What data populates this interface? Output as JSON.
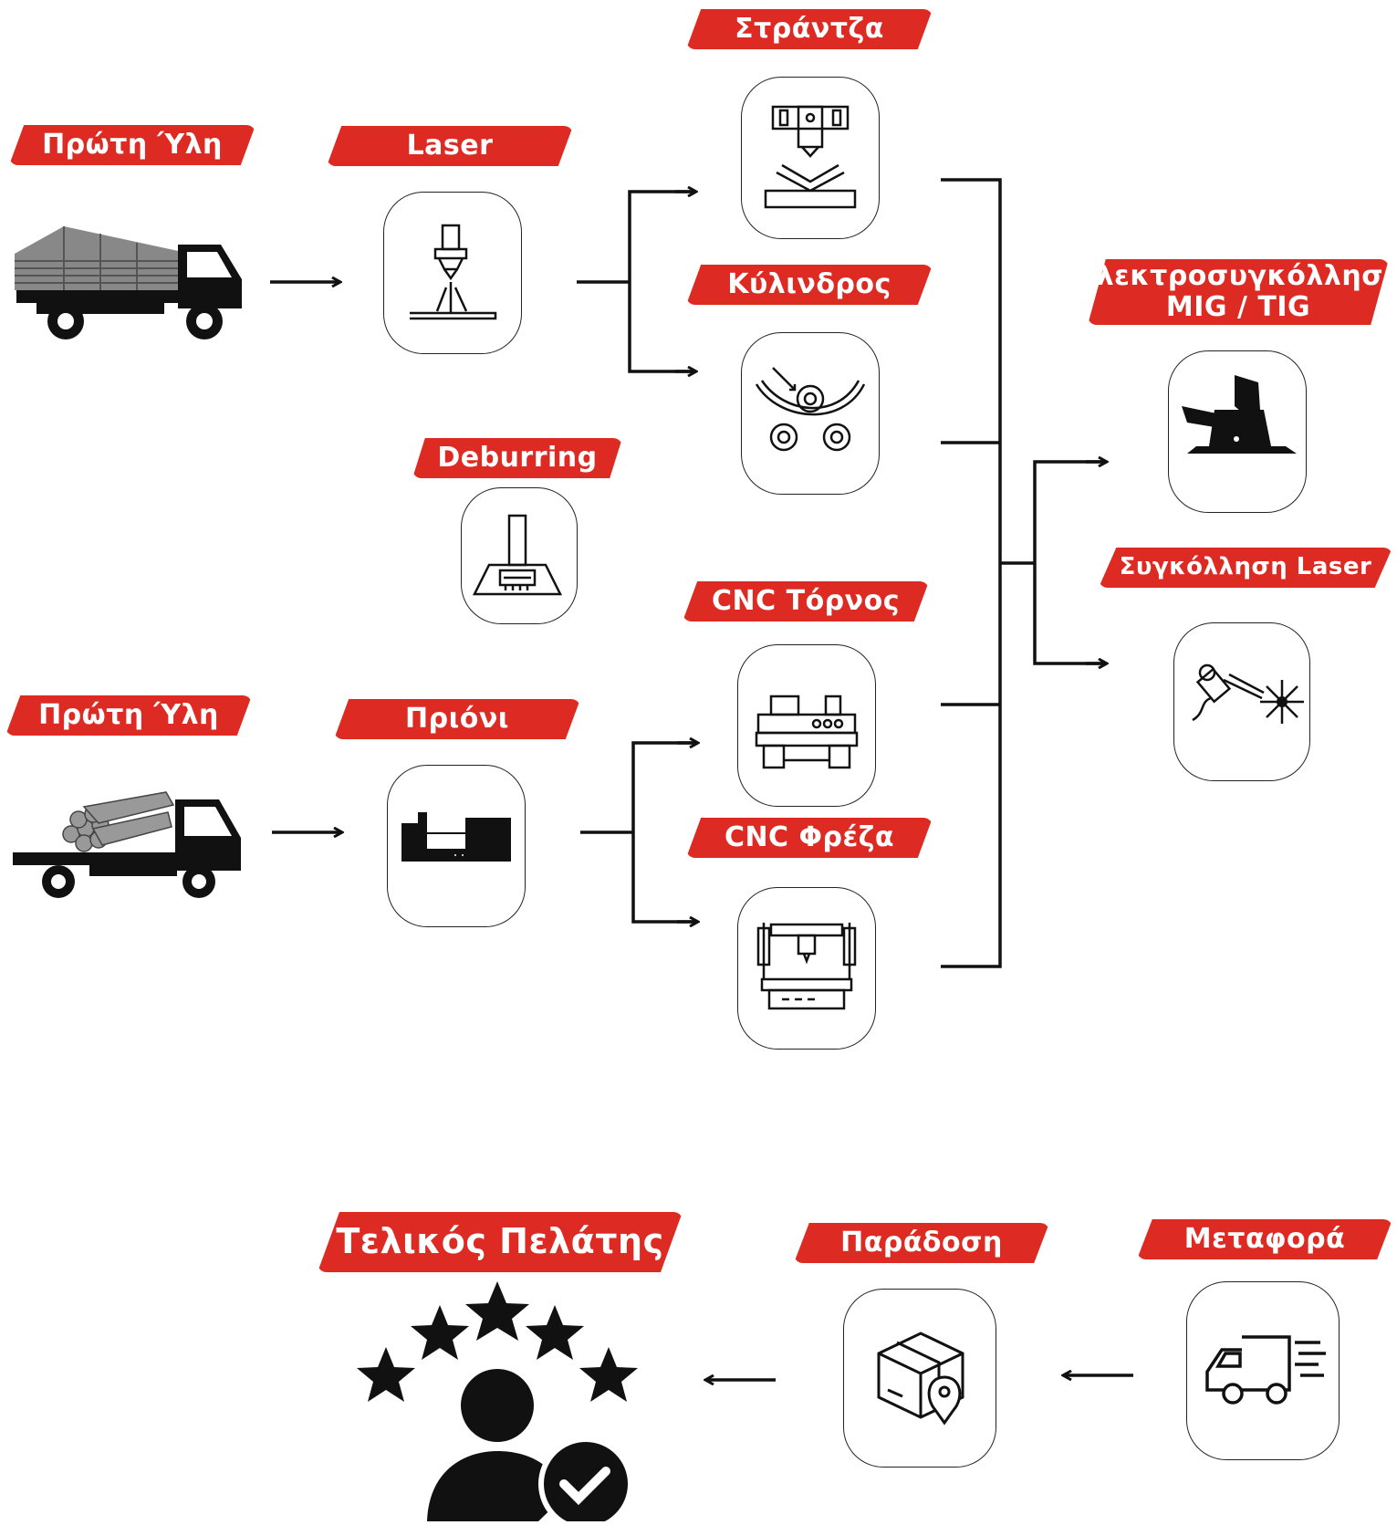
{
  "labels": {
    "raw_material_top": "Πρώτη Ύλη",
    "laser": "Laser",
    "press_brake": "Στράντζα",
    "roller": "Κύλινδρος",
    "deburring": "Deburring",
    "welding_mig_tig_line1": "Ηλεκτροσυγκόλληση",
    "welding_mig_tig_line2": "MIG / TIG",
    "laser_welding": "Συγκόλληση Laser",
    "cnc_lathe": "CNC Τόρνος",
    "raw_material_bottom": "Πρώτη Ύλη",
    "saw": "Πριόνι",
    "cnc_mill": "CNC Φρέζα",
    "final_customer": "Τελικός Πελάτης",
    "delivery": "Παράδοση",
    "transport": "Μεταφορά"
  },
  "icons": {
    "raw_material_top": "truck-sheets-icon",
    "laser": "laser-cutter-icon",
    "press_brake": "press-brake-icon",
    "roller": "roller-bending-icon",
    "deburring": "deburring-machine-icon",
    "welding_mig_tig": "welder-icon",
    "laser_welding": "laser-welding-torch-icon",
    "cnc_lathe": "cnc-lathe-icon",
    "raw_material_bottom": "truck-rods-icon",
    "saw": "saw-machine-icon",
    "cnc_mill": "cnc-mill-icon",
    "final_customer": "satisfied-customer-icon",
    "delivery": "package-location-icon",
    "transport": "delivery-truck-icon"
  },
  "colors": {
    "accent": "#dd2a22",
    "ink": "#111111"
  }
}
